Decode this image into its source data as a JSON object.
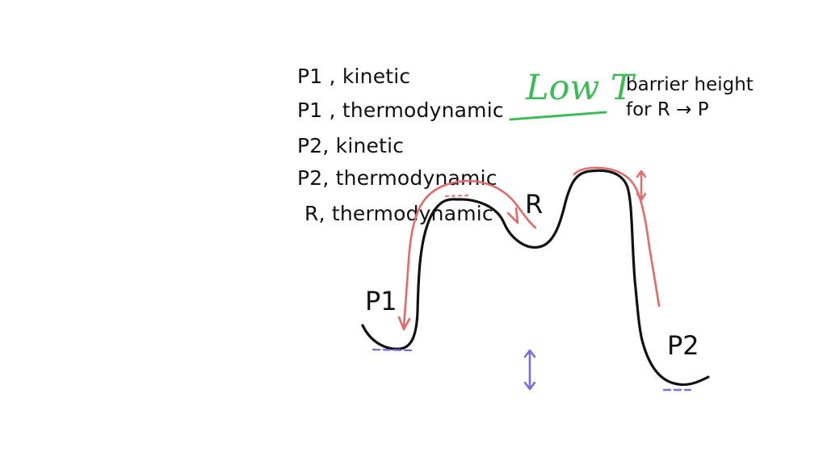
{
  "notes": [
    "P1 , kinetic",
    "P1 , thermodynamic",
    "P2, kinetic",
    "P2, thermodynamic",
    "R, thermodynamic"
  ],
  "heading": "Low T",
  "side_note": {
    "line1": "barrier height",
    "line2": "for R → P"
  },
  "curve_labels": {
    "p1": "P1",
    "r": "R",
    "p2": "P2"
  },
  "colors": {
    "ink": "#111111",
    "red": "#e46a6a",
    "green": "#3cbc58",
    "purple": "#7b6ee0"
  }
}
